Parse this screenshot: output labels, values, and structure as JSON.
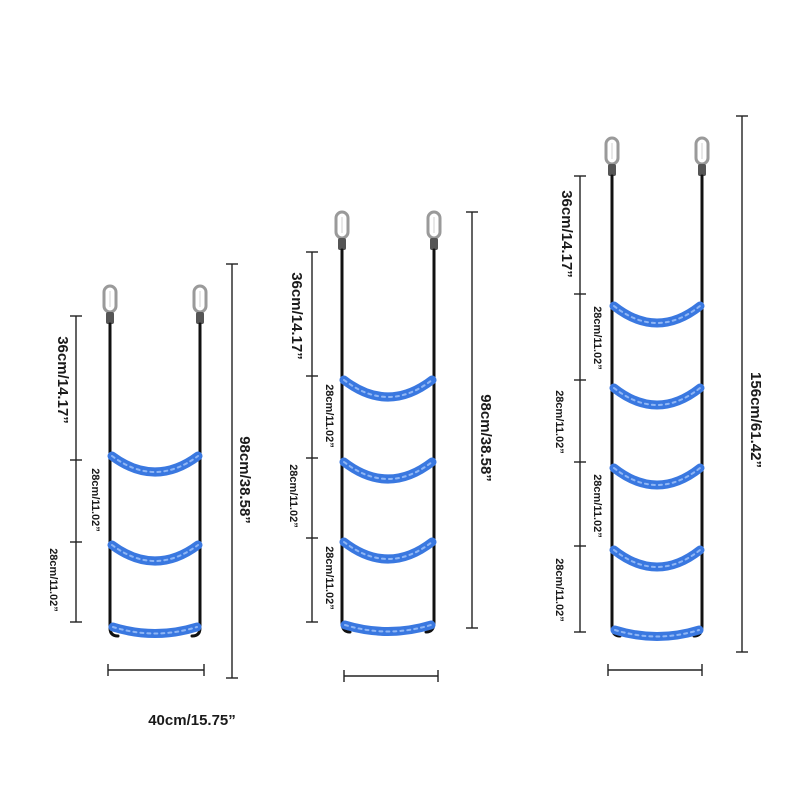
{
  "ladders": [
    {
      "id": "ladder-3-rung",
      "rungs": 3,
      "labels": {
        "top_gap": "36cm/14.17”",
        "rung_gap_inner": "28cm/11.02”",
        "rung_gap_outer": "28cm/11.02”",
        "height": "98cm/38.58”",
        "width": "40cm/15.75”"
      }
    },
    {
      "id": "ladder-4-rung",
      "rungs": 4,
      "labels": {
        "top_gap": "36cm/14.17”",
        "rung_gap_inner_1": "28cm/11.02”",
        "rung_gap_outer": "28cm/11.02”",
        "rung_gap_inner_2": "28cm/11.02”",
        "height": "98cm/38.58”"
      }
    },
    {
      "id": "ladder-5-rung",
      "rungs": 5,
      "labels": {
        "top_gap": "36cm/14.17”",
        "rung_gap_inner_1": "28cm/11.02”",
        "rung_gap_outer_1": "28cm/11.02”",
        "rung_gap_inner_2": "28cm/11.02”",
        "rung_gap_outer_2": "28cm/11.02”",
        "height": "156cm/61.42”"
      }
    }
  ],
  "colors": {
    "rung": "#3a78e0",
    "strap": "#111111",
    "hook": "#9a9a9a",
    "dimension_line": "#222222"
  },
  "icons": {
    "hook": "carabiner-hook-icon"
  }
}
